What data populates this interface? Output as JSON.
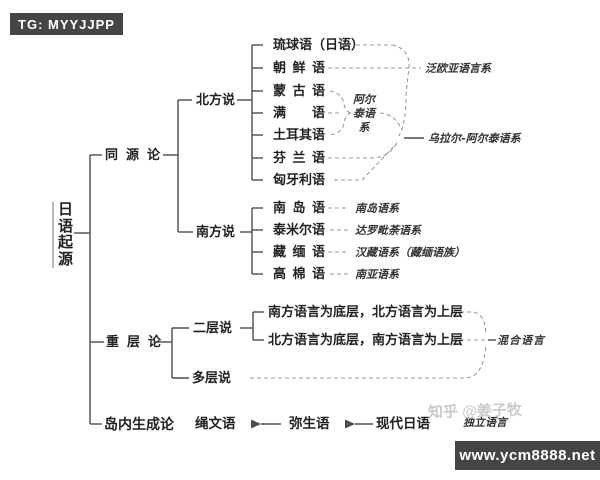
{
  "header": {
    "tg_badge": "TG: MYYJJPP"
  },
  "footer": {
    "site_badge": "www.ycm8888.net",
    "watermark": "知乎 @姜子牧"
  },
  "root": {
    "label": "日语起源"
  },
  "theories": {
    "same_origin": {
      "label": "同源论"
    },
    "layered": {
      "label": "重层论"
    },
    "island": {
      "label": "岛内生成论"
    }
  },
  "north": {
    "label": "北方说",
    "languages": [
      "琉球语（日语）",
      "朝鲜语",
      "蒙古语",
      "满语",
      "土耳其语",
      "芬兰语",
      "匈牙利语"
    ],
    "families": {
      "transeurasian": "泛欧亚语言系",
      "altaic": "阿尔泰语系",
      "ural_altaic": "乌拉尔-阿尔泰语系"
    }
  },
  "south": {
    "label": "南方说",
    "rows": [
      {
        "language": "南岛语",
        "family": "南岛语系"
      },
      {
        "language": "泰米尔语",
        "family": "达罗毗荼语系"
      },
      {
        "language": "藏缅语",
        "family": "汉藏语系（藏缅语族）"
      },
      {
        "language": "高棉语",
        "family": "南亚语系"
      }
    ]
  },
  "layered": {
    "two_layer": {
      "label": "二层说",
      "hypotheses": [
        "南方语言为底层，北方语言为上层",
        "北方语言为底层，南方语言为上层"
      ]
    },
    "multi_layer": {
      "label": "多层说"
    },
    "result": "混合语言"
  },
  "island": {
    "stages": [
      "绳文语",
      "弥生语",
      "现代日语"
    ],
    "annotation": "独立语言"
  },
  "colors": {
    "badge_bg": "#454545",
    "line": "#4d4d4d",
    "dashed_line": "#9a9a9a"
  }
}
